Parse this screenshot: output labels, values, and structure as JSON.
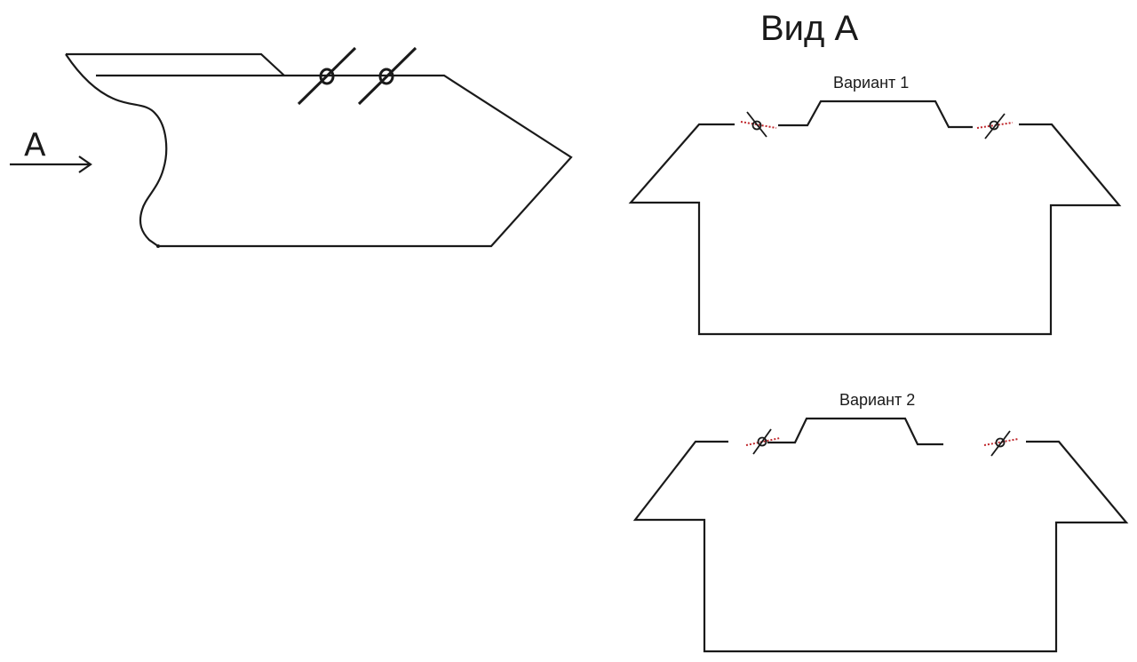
{
  "diagram": {
    "arrow_label": "A",
    "view_title": "Вид А",
    "variants": [
      {
        "label": "Вариант 1"
      },
      {
        "label": "Вариант 2"
      }
    ]
  },
  "colors": {
    "line": "#1a1a1a",
    "dotted_axis": "#c0282d",
    "background": "#ffffff"
  },
  "elements": {
    "side_view": {
      "description": "Side profile with two slanted-pin symbols on the top edge and view arrow A",
      "pin_count": 2
    },
    "view_a_variant_1": {
      "pin_count": 2,
      "pin_style": "slash with circle, red dotted axis, slash tilted down-right on left pin"
    },
    "view_a_variant_2": {
      "pin_count": 2,
      "pin_style": "slash with circle, red dotted axis, slash tilted up-right on both pins"
    }
  }
}
